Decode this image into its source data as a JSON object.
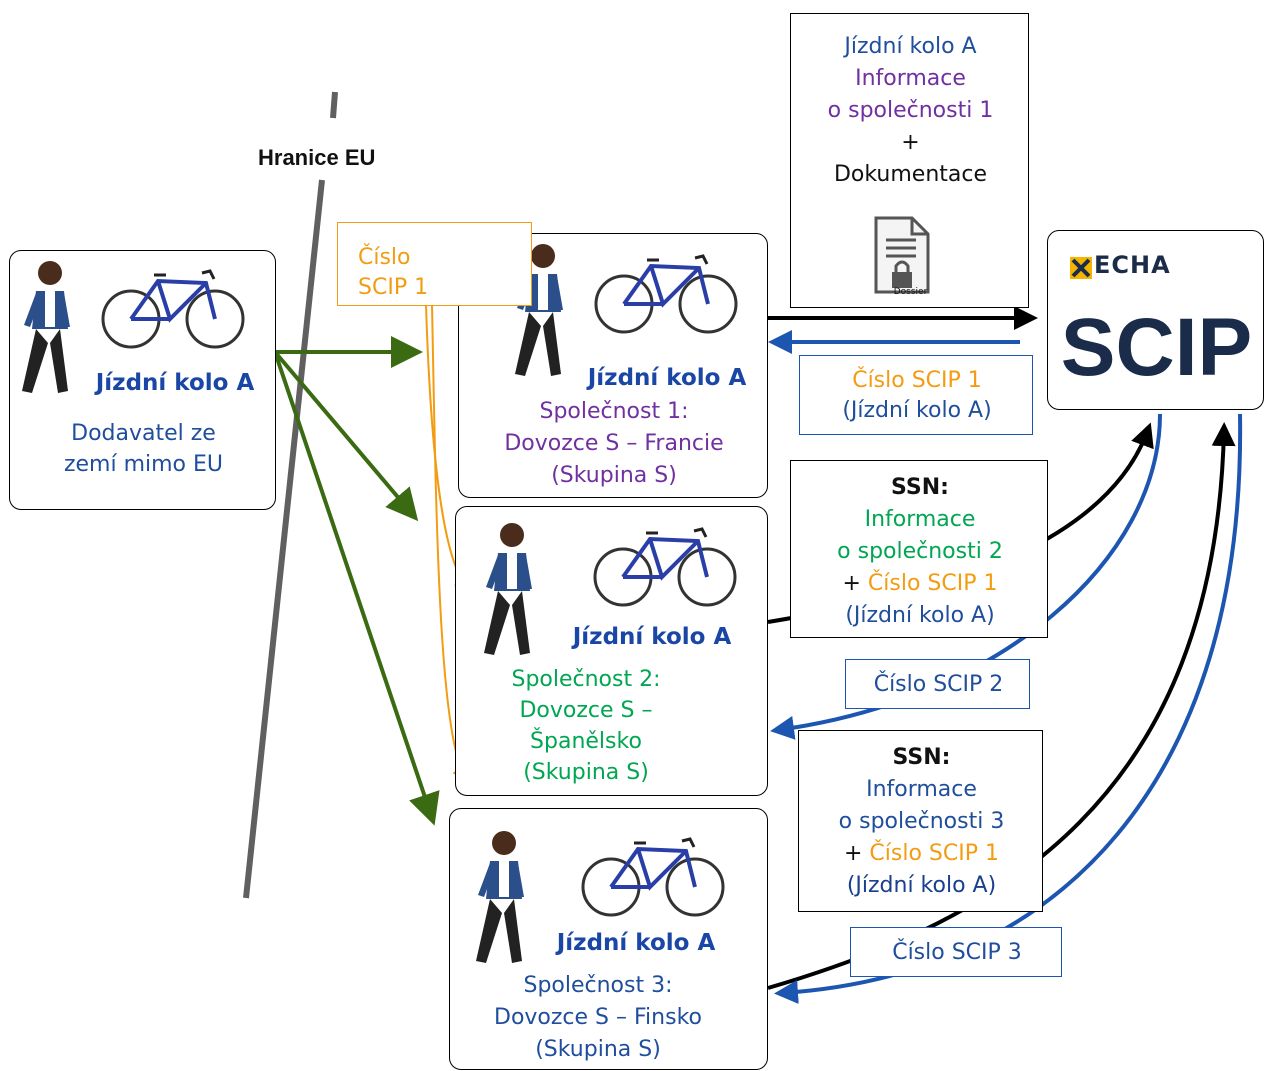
{
  "border_label": "Hranice EU",
  "supplier": {
    "bike": "Jízdní kolo A",
    "line1": "Dodavatel ze",
    "line2": "zemí mimo EU"
  },
  "scip_note": {
    "line1": "Číslo",
    "line2": "SCIP 1"
  },
  "company1": {
    "bike": "Jízdní kolo A",
    "line1": "Společnost 1:",
    "line2": "Dovozce S – Francie",
    "line3": "(Skupina S)"
  },
  "company2": {
    "bike": "Jízdní kolo A",
    "line1": "Společnost 2:",
    "line2": "Dovozce S –",
    "line3": "Španělsko",
    "line4": "(Skupina S)"
  },
  "company3": {
    "bike": "Jízdní kolo A",
    "line1": "Společnost 3:",
    "line2": "Dovozce S – Finsko",
    "line3": "(Skupina S)"
  },
  "dossier_box": {
    "line1": "Jízdní kolo A",
    "line2": "Informace",
    "line3": "o společnosti 1",
    "line4": "+",
    "line5": "Dokumentace",
    "icon_label": "Dossier"
  },
  "echa": {
    "brand": "ECHA",
    "product": "SCIP"
  },
  "reply1": {
    "line1": "Číslo SCIP 1",
    "line2": "(Jízdní kolo A)"
  },
  "ssn2": {
    "title": "SSN:",
    "line1": "Informace",
    "line2": "o společnosti 2",
    "plus": "+",
    "scip": "Číslo SCIP 1",
    "line4": "(Jízdní kolo A)"
  },
  "reply2": {
    "text": "Číslo SCIP 2"
  },
  "ssn3": {
    "title": "SSN:",
    "line1": "Informace",
    "line2": "o společnosti 3",
    "plus": "+",
    "scip": "Číslo SCIP 1",
    "line4": "(Jízdní kolo A)"
  },
  "reply3": {
    "text": "Číslo SCIP 3"
  },
  "colors": {
    "green_arrow": "#3a6b12",
    "orange": "#f39c12",
    "blue": "#1d56b0",
    "black": "#000000",
    "border": "#606060"
  }
}
